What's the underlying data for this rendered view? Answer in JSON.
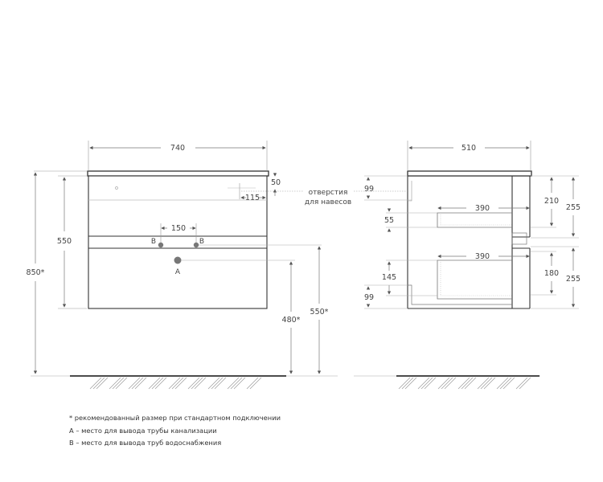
{
  "front_view": {
    "width_label": "740",
    "height_body_label": "550",
    "total_height_label": "850*",
    "top_gap_label": "50",
    "hole_offset_label": "115",
    "b_spacing_label": "150",
    "b_left_label": "B",
    "b_right_label": "B",
    "a_label": "A",
    "a_height_label": "480*",
    "b_height_label": "550*"
  },
  "callout": {
    "line1": "отверстия",
    "line2": "для навесов"
  },
  "side_view": {
    "depth_label": "510",
    "hanger_top_label": "99",
    "drawer1_gap_label": "55",
    "drawer1_depth_label": "390",
    "drawer1_front_label": "210",
    "drawer1_section_label": "255",
    "drawer2_depth_label": "390",
    "drawer2_gap_label": "145",
    "bottom_offset_label": "99",
    "drawer2_front_label": "180",
    "drawer2_section_label": "255"
  },
  "notes": [
    "* рекомендованный размер при стандартном подключении",
    "A – место для вывода трубы канализации",
    "B – место для вывода труб водоснабжения"
  ],
  "colors": {
    "outline": "#3a3a3a",
    "dim_line": "#888888",
    "pipe": "#7a7a7a"
  }
}
